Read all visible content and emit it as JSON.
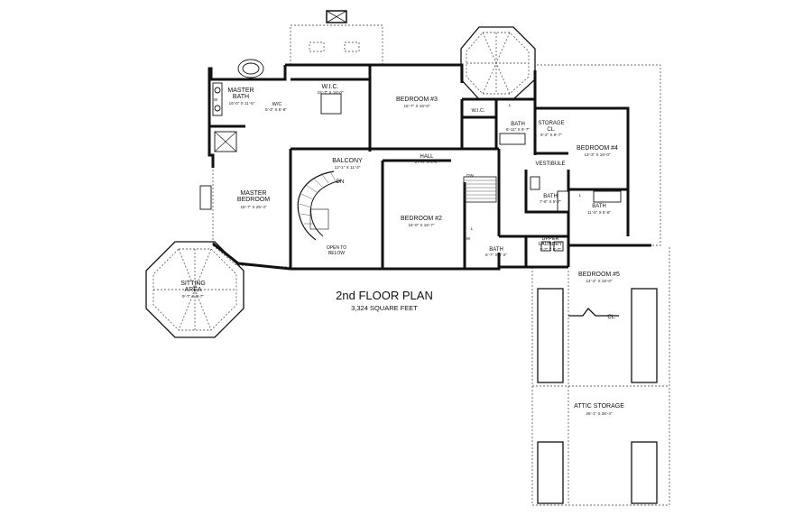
{
  "plan": {
    "title": "2nd FLOOR PLAN",
    "subtitle": "3,324 SQUARE FEET"
  },
  "rooms": {
    "master_bath": {
      "name_line1": "MASTER",
      "name_line2": "BATH",
      "dims": "16'-0\" X 11'-5\""
    },
    "wc_small": {
      "name": "W/C",
      "dims": "5'-3\" X 5'-8\""
    },
    "wic_master": {
      "name": "W.I.C.",
      "dims": "15'-7\" X 16'-0\""
    },
    "bedroom3": {
      "name": "BEDROOM #3",
      "dims": "15'-7\" X 16'-0\""
    },
    "wic_bed3": {
      "name": "W.I.C."
    },
    "bath_bed3": {
      "name": "BATH",
      "dims": "6'-11\" X 9'-7\""
    },
    "storage_cl": {
      "name_line1": "STORAGE",
      "name_line2": "CL.",
      "dims": "9'-2\" X 9'-7\""
    },
    "bedroom4": {
      "name": "BEDROOM #4",
      "dims": "13'-3\" X 16'-0\""
    },
    "balcony": {
      "name": "BALCONY",
      "dims": "12'-1\" X 11'-3\""
    },
    "hall": {
      "name": "HALL",
      "dims": "27'-4\" X 4'-4\""
    },
    "vestibule": {
      "name": "VESTIBULE"
    },
    "master_bedroom": {
      "name_line1": "MASTER",
      "name_line2": "BEDROOM",
      "dims": "16'-7\" X 25'-4\""
    },
    "open_to_below": {
      "name_line1": "OPEN TO",
      "name_line2": "BELOW"
    },
    "dn": {
      "name": "DN"
    },
    "bedroom2": {
      "name": "BEDROOM #2",
      "dims": "16'-0\" X 16'-7\""
    },
    "bath_small": {
      "name": "BATH",
      "dims": "7'-6\" X 5'-7\""
    },
    "bath_bed4": {
      "name": "BATH",
      "dims": "11'-5\" X 5'-8\""
    },
    "upper_laundry": {
      "name_line1": "UPPER",
      "name_line2": "LAUNDRY",
      "dims": "7'-2\" X 5'-7\""
    },
    "bath_bed2": {
      "name": "BATH",
      "dims": "6'-7\" X 5'-2\""
    },
    "bedroom5": {
      "name": "BEDROOM #5",
      "dims": "14'-2\" X 15'-0\""
    },
    "closet5": {
      "name": "CL."
    },
    "sitting_area": {
      "name_line1": "SITTING",
      "name_line2": "AREA",
      "dims": "9'-7\" X 9'-7\""
    },
    "attic_storage": {
      "name": "ATTIC STORAGE",
      "dims": "26'-1\" X 36'-4\""
    }
  },
  "labels": {
    "w_a": "W",
    "w_b": "W",
    "l_a": "L",
    "l_b": "L",
    "l_c": "L",
    "l_d": "L",
    "dw": "DW"
  }
}
